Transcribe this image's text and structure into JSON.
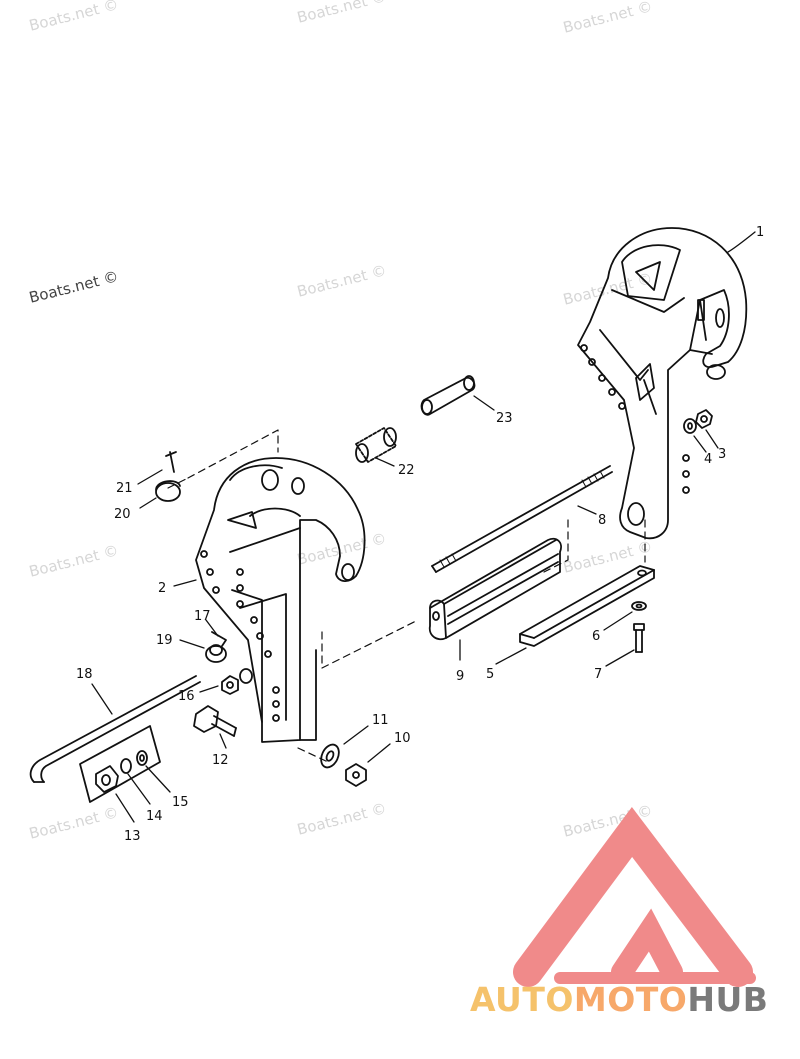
{
  "watermarks": [
    {
      "text": "Boats.net ©"
    },
    {
      "text": "Boats.net ©"
    },
    {
      "text": "Boats.net ©"
    },
    {
      "text": "Boats.net ©"
    },
    {
      "text": "Boats.net ©"
    },
    {
      "text": "Boats.net ©"
    },
    {
      "text": "Boats.net ©"
    },
    {
      "text": "Boats.net ©"
    },
    {
      "text": "Boats.net ©"
    },
    {
      "text": "Boats.net ©"
    },
    {
      "text": "Boats.net ©"
    },
    {
      "text": "Boats.net ©"
    }
  ],
  "callouts": [
    "1",
    "2",
    "3",
    "4",
    "5",
    "6",
    "7",
    "8",
    "9",
    "10",
    "11",
    "12",
    "13",
    "14",
    "15",
    "16",
    "17",
    "18",
    "19",
    "20",
    "21",
    "22",
    "23"
  ],
  "logo": {
    "word_1": "AUTO",
    "word_2": "MOTO",
    "word_3": "HUB",
    "colors": {
      "triangle": "#f08a8a",
      "auto": "#f5c26b",
      "moto": "#f7a86a",
      "hub": "#7a7a7a"
    }
  },
  "colors": {
    "line": "#111111",
    "watermark": "#d6d6d6"
  }
}
